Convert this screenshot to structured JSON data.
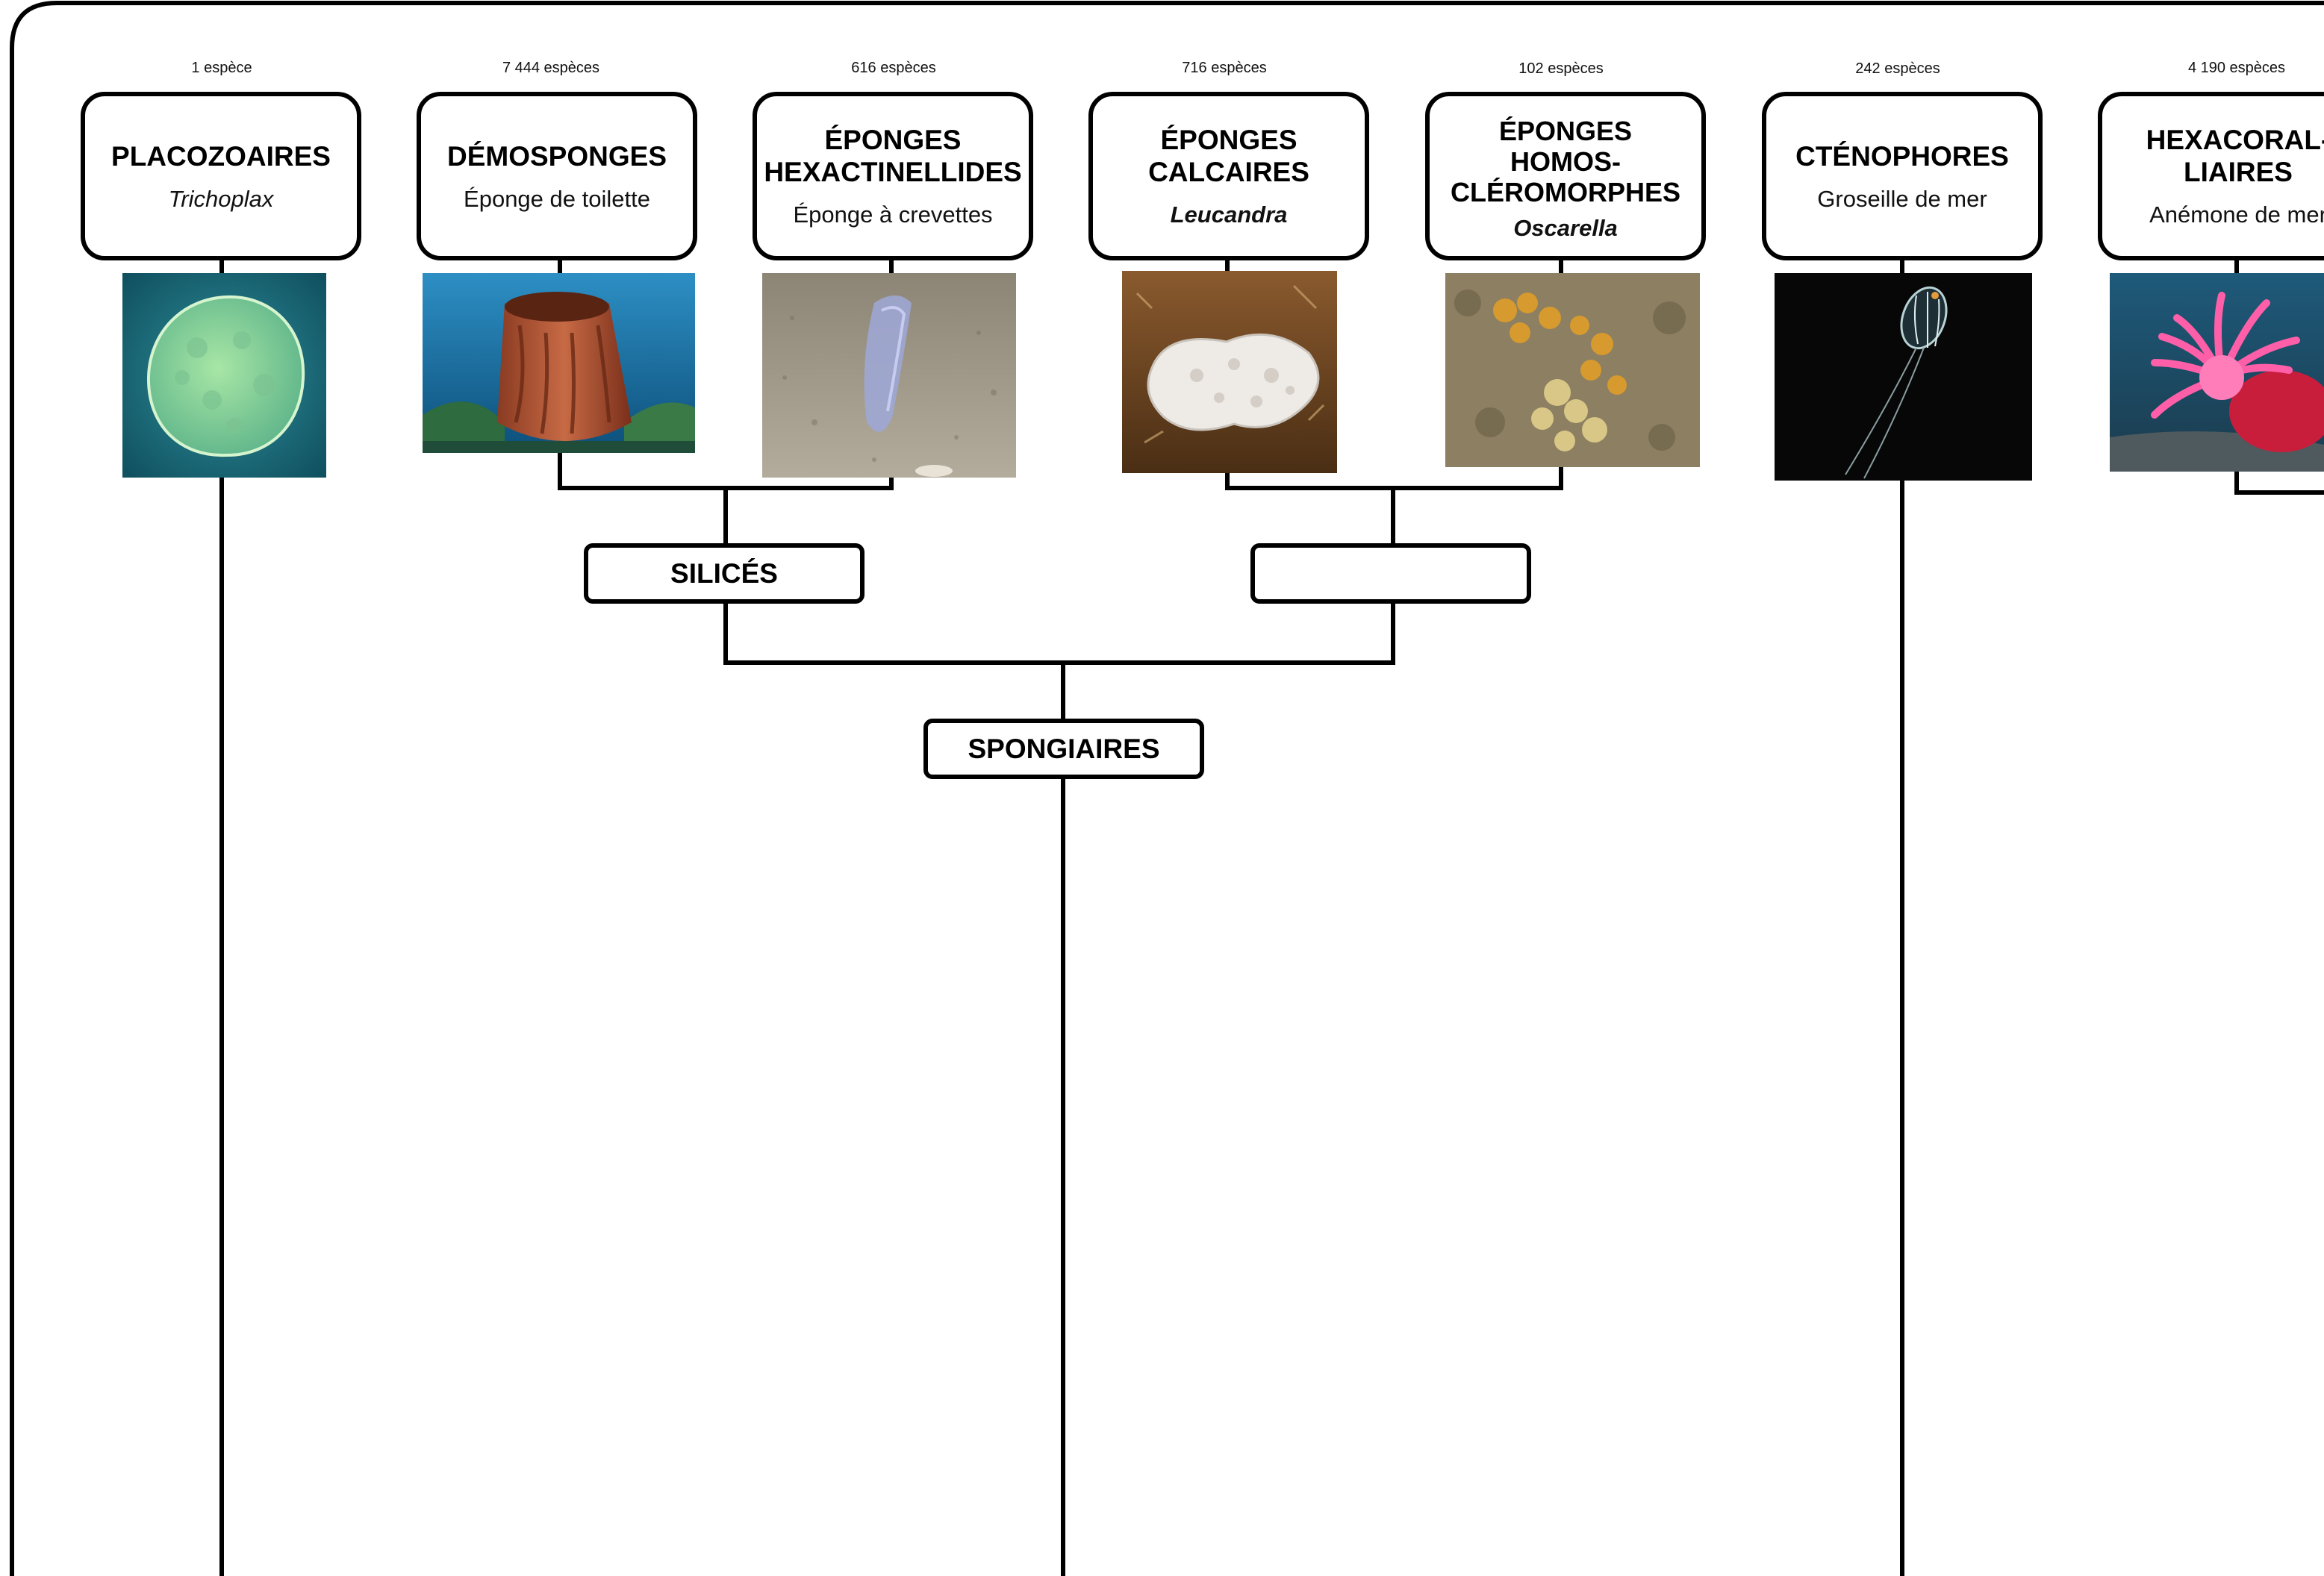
{
  "taxa": [
    {
      "count": "1 espèce",
      "name": "PLACOZOAIRES",
      "common": "Trichoplax",
      "common_style": "italic",
      "photo_icon": "trichoplax-photo"
    },
    {
      "count": "7 444 espèces",
      "name": "DÉMOSPONGES",
      "common": "Éponge de toilette",
      "common_style": "normal",
      "photo_icon": "barrel-sponge-photo"
    },
    {
      "count": "616 espèces",
      "name": "ÉPONGES\nHEXACTINELLIDES",
      "common": "Éponge à crevettes",
      "common_style": "normal",
      "photo_icon": "glass-sponge-photo"
    },
    {
      "count": "716 espèces",
      "name": "ÉPONGES\nCALCAIRES",
      "common": "Leucandra",
      "common_style": "bold-italic",
      "photo_icon": "calcareous-sponge-photo"
    },
    {
      "count": "102 espèces",
      "name": "ÉPONGES\nHOMOS-\nCLÉROMORPHES",
      "common": "Oscarella",
      "common_style": "bold-italic",
      "photo_icon": "oscarella-photo"
    },
    {
      "count": "242 espèces",
      "name": "CTÉNOPHORES",
      "common": "Groseille de mer",
      "common_style": "normal",
      "photo_icon": "comb-jelly-photo"
    },
    {
      "count": "4 190 espèces",
      "name": "HEXACORAL-\nLIAIRES",
      "common": "Anémone de mer",
      "common_style": "normal",
      "photo_icon": "sea-anemone-photo"
    }
  ],
  "clades": {
    "silices": "SILICÉS",
    "calcaires_homo": "",
    "spongiaires": "SPONGIAIRES"
  }
}
